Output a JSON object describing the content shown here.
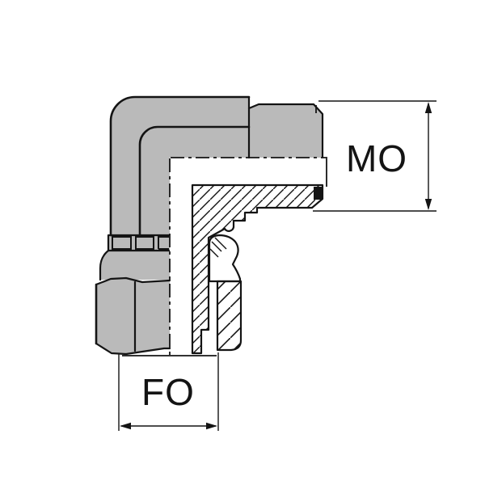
{
  "diagram": {
    "type": "technical-drawing",
    "subject": "90 degree elbow adapter, male stud x female swivel nut, half-section view",
    "labels": {
      "male_outer": "MO",
      "female_outer": "FO"
    },
    "colors": {
      "body_fill": "#bababa",
      "line": "#141414",
      "background": "#ffffff"
    }
  }
}
